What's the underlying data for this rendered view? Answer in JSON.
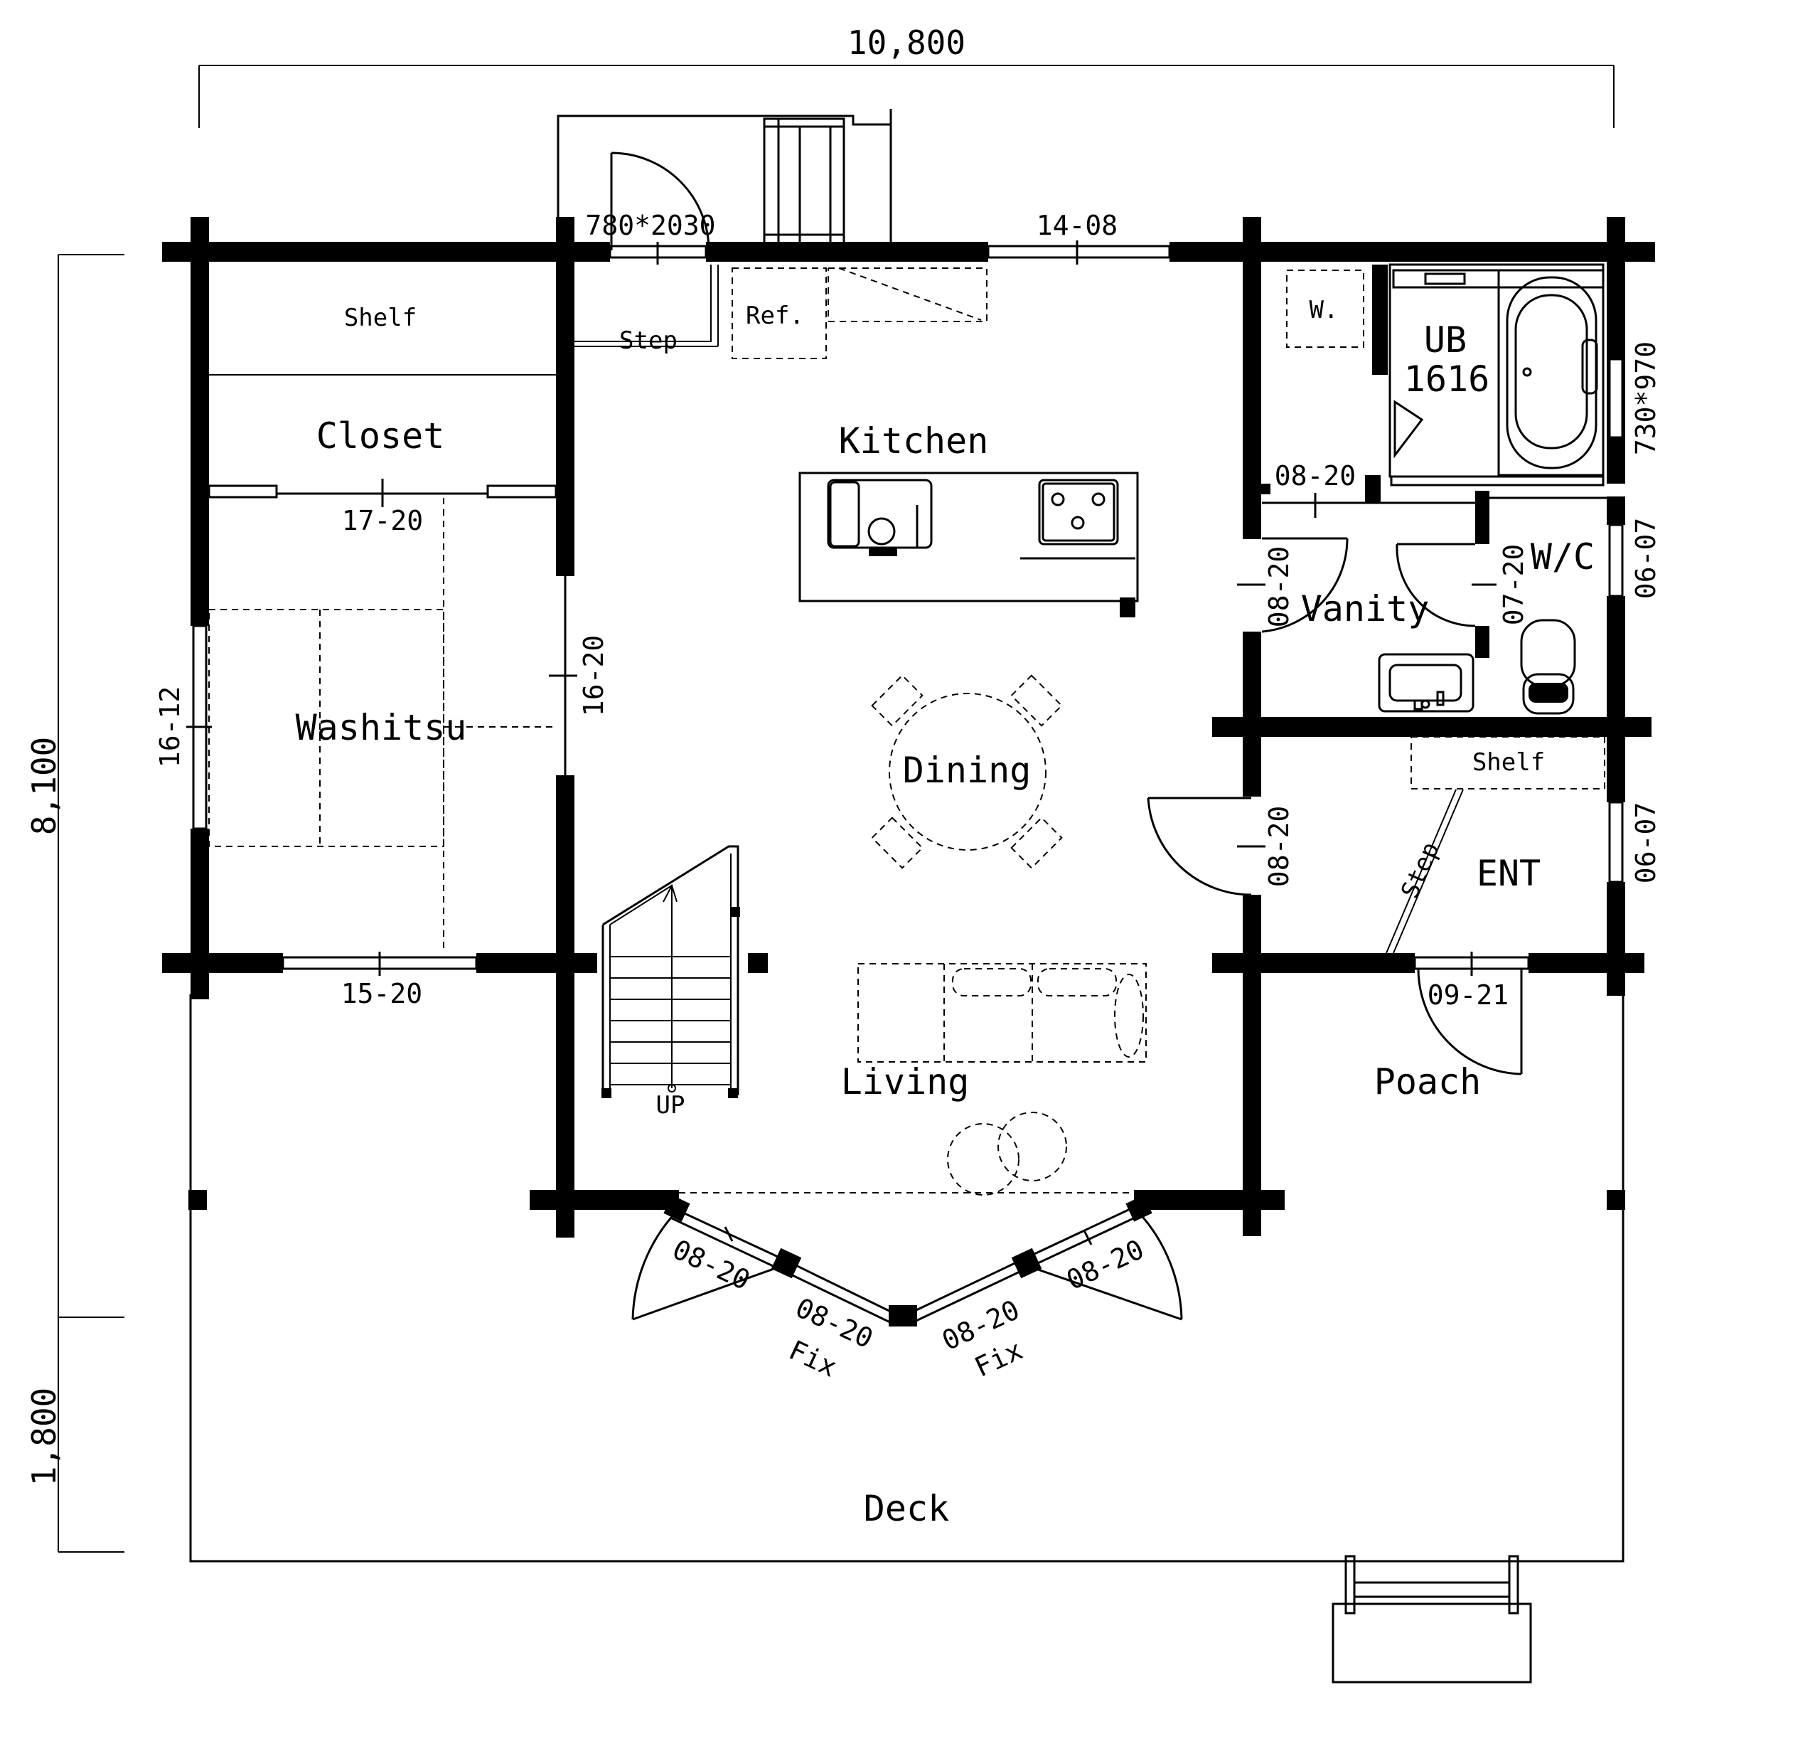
{
  "dimensions": {
    "top_width": "10,800",
    "left_upper": "8,100",
    "left_lower": "1,800"
  },
  "rooms": {
    "shelf_upper": "Shelf",
    "closet": "Closet",
    "washitsu": "Washitsu",
    "kitchen": "Kitchen",
    "dining": "Dining",
    "living": "Living",
    "deck": "Deck",
    "vanity": "Vanity",
    "wc": "W/C",
    "ub": "UB",
    "ub_size": "1616",
    "washer": "W.",
    "shelf_ent": "Shelf",
    "ent": "ENT",
    "poach": "Poach",
    "ref": "Ref.",
    "step_kitchen": "Step",
    "step_ent": "Step",
    "up": "UP"
  },
  "openings": {
    "back_door": "780*2030",
    "kitchen_window": "14-08",
    "closet_door": "17-20",
    "washitsu_sliding": "16-20",
    "washitsu_side_window": "16-12",
    "washitsu_front_window": "15-20",
    "bath_window": "730*970",
    "vanity_door_top": "08-20",
    "vanity_door_side": "08-20",
    "wc_door": "07-20",
    "wc_window": "06-07",
    "ent_window": "06-07",
    "ent_inner_door": "08-20",
    "ent_front_door": "09-21",
    "bay_door_left": "08-20",
    "bay_fix_left": "08-20",
    "bay_fix_left_sub": "Fix",
    "bay_fix_right": "08-20",
    "bay_fix_right_sub": "Fix",
    "bay_door_right": "08-20"
  }
}
